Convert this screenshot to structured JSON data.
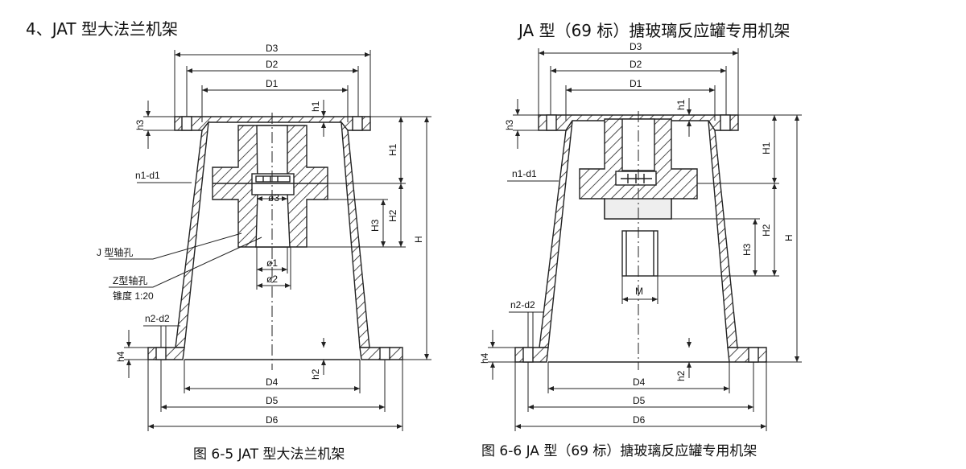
{
  "header": {
    "left_title": "4、JAT 型大法兰机架",
    "right_title": "JA 型（69 标）搪玻璃反应罐专用机架"
  },
  "figures": [
    {
      "caption": "图 6-5  JAT 型大法兰机架",
      "labels": {
        "D1": "D1",
        "D2": "D2",
        "D3": "D3",
        "D4": "D4",
        "D5": "D5",
        "D6": "D6",
        "H": "H",
        "H1": "H1",
        "H2": "H2",
        "H3": "H3",
        "h1": "h1",
        "h2": "h2",
        "h3": "h3",
        "h4": "h4",
        "n1d1": "n1-d1",
        "n2d2": "n2-d2",
        "phi1": "ø1",
        "phi2": "ø2",
        "phi3": "ø3",
        "j_hole": "J 型轴孔",
        "z_hole": "Z型轴孔",
        "taper": "锥度 1:20"
      }
    },
    {
      "caption": "图 6-6  JA 型（69 标）搪玻璃反应罐专用机架",
      "labels": {
        "D1": "D1",
        "D2": "D2",
        "D3": "D3",
        "D4": "D4",
        "D5": "D5",
        "D6": "D6",
        "H": "H",
        "H1": "H1",
        "H2": "H2",
        "H3": "H3",
        "h1": "h1",
        "h2": "h2",
        "h3": "h3",
        "h4": "h4",
        "n1d1": "n1-d1",
        "n2d2": "n2-d2",
        "M": "M"
      }
    }
  ]
}
